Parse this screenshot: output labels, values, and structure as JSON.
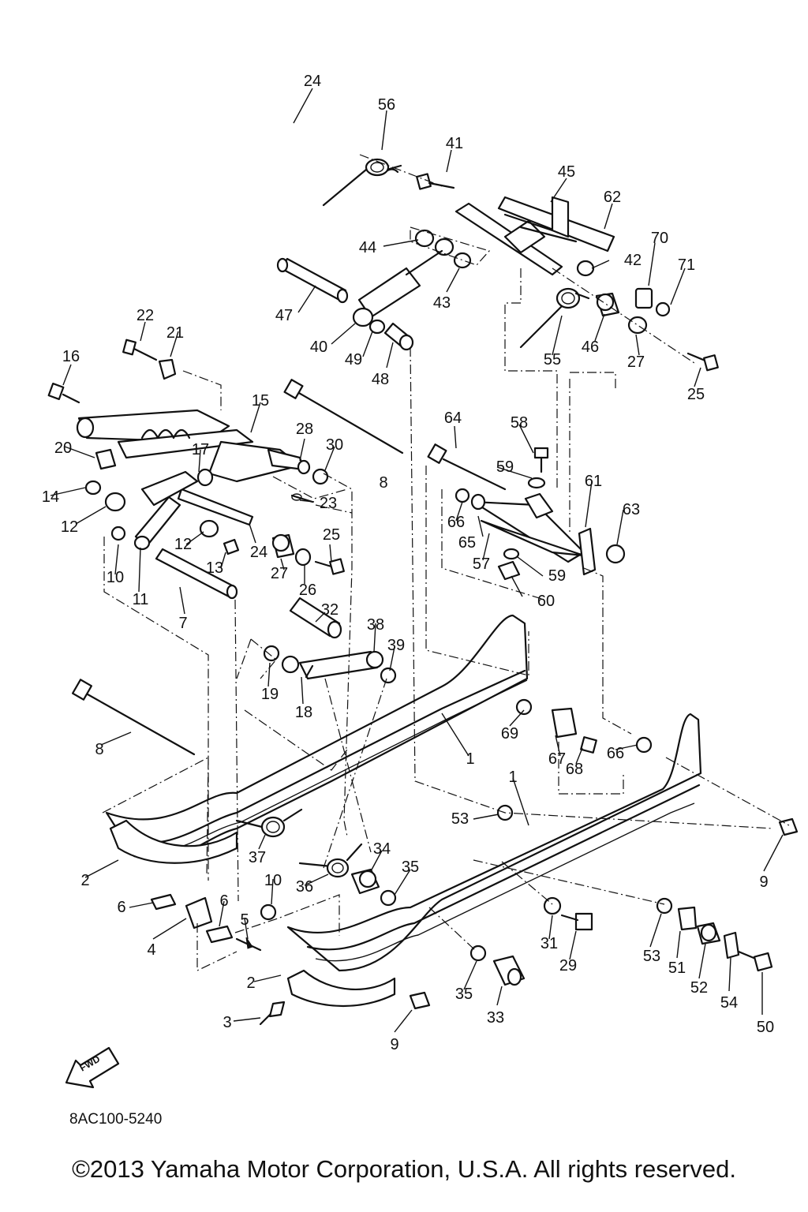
{
  "diagram": {
    "code": "8AC100-5240",
    "copyright": "©2013 Yamaha Motor Corporation, U.S.A. All rights reserved.",
    "fwd_label": "FWD",
    "callouts": [
      {
        "id": "c1",
        "text": "24"
      },
      {
        "id": "c2",
        "text": "56"
      },
      {
        "id": "c3",
        "text": "41"
      },
      {
        "id": "c4",
        "text": "45"
      },
      {
        "id": "c5",
        "text": "62"
      },
      {
        "id": "c6",
        "text": "70"
      },
      {
        "id": "c7",
        "text": "44"
      },
      {
        "id": "c8",
        "text": "43"
      },
      {
        "id": "c9",
        "text": "42"
      },
      {
        "id": "c10",
        "text": "71"
      },
      {
        "id": "c11",
        "text": "47"
      },
      {
        "id": "c12",
        "text": "22"
      },
      {
        "id": "c13",
        "text": "21"
      },
      {
        "id": "c14",
        "text": "40"
      },
      {
        "id": "c15",
        "text": "49"
      },
      {
        "id": "c16",
        "text": "48"
      },
      {
        "id": "c17",
        "text": "55"
      },
      {
        "id": "c18",
        "text": "46"
      },
      {
        "id": "c19",
        "text": "27"
      },
      {
        "id": "c20",
        "text": "25"
      },
      {
        "id": "c21",
        "text": "16"
      },
      {
        "id": "c22",
        "text": "15"
      },
      {
        "id": "c23",
        "text": "64"
      },
      {
        "id": "c24",
        "text": "58"
      },
      {
        "id": "c25",
        "text": "28"
      },
      {
        "id": "c26",
        "text": "30"
      },
      {
        "id": "c27",
        "text": "20"
      },
      {
        "id": "c28",
        "text": "17"
      },
      {
        "id": "c29",
        "text": "8"
      },
      {
        "id": "c30",
        "text": "59"
      },
      {
        "id": "c31",
        "text": "61"
      },
      {
        "id": "c32",
        "text": "14"
      },
      {
        "id": "c33",
        "text": "23"
      },
      {
        "id": "c34",
        "text": "66"
      },
      {
        "id": "c35",
        "text": "63"
      },
      {
        "id": "c36",
        "text": "12"
      },
      {
        "id": "c37",
        "text": "12"
      },
      {
        "id": "c38",
        "text": "25"
      },
      {
        "id": "c39",
        "text": "65"
      },
      {
        "id": "c40",
        "text": "13"
      },
      {
        "id": "c41",
        "text": "24"
      },
      {
        "id": "c42",
        "text": "57"
      },
      {
        "id": "c43",
        "text": "59"
      },
      {
        "id": "c44",
        "text": "10"
      },
      {
        "id": "c45",
        "text": "27"
      },
      {
        "id": "c46",
        "text": "26"
      },
      {
        "id": "c47",
        "text": "60"
      },
      {
        "id": "c48",
        "text": "11"
      },
      {
        "id": "c49",
        "text": "7"
      },
      {
        "id": "c50",
        "text": "32"
      },
      {
        "id": "c51",
        "text": "38"
      },
      {
        "id": "c52",
        "text": "39"
      },
      {
        "id": "c53",
        "text": "19"
      },
      {
        "id": "c54",
        "text": "18"
      },
      {
        "id": "c55",
        "text": "8"
      },
      {
        "id": "c56",
        "text": "1"
      },
      {
        "id": "c57",
        "text": "69"
      },
      {
        "id": "c58",
        "text": "67"
      },
      {
        "id": "c59",
        "text": "68"
      },
      {
        "id": "c60",
        "text": "66"
      },
      {
        "id": "c61",
        "text": "1"
      },
      {
        "id": "c62",
        "text": "53"
      },
      {
        "id": "c63",
        "text": "37"
      },
      {
        "id": "c64",
        "text": "34"
      },
      {
        "id": "c65",
        "text": "35"
      },
      {
        "id": "c66",
        "text": "36"
      },
      {
        "id": "c67",
        "text": "2"
      },
      {
        "id": "c68",
        "text": "10"
      },
      {
        "id": "c69",
        "text": "6"
      },
      {
        "id": "c70",
        "text": "6"
      },
      {
        "id": "c71",
        "text": "5"
      },
      {
        "id": "c72",
        "text": "4"
      },
      {
        "id": "c73",
        "text": "9"
      },
      {
        "id": "c74",
        "text": "31"
      },
      {
        "id": "c75",
        "text": "29"
      },
      {
        "id": "c76",
        "text": "53"
      },
      {
        "id": "c77",
        "text": "51"
      },
      {
        "id": "c78",
        "text": "52"
      },
      {
        "id": "c79",
        "text": "54"
      },
      {
        "id": "c80",
        "text": "50"
      },
      {
        "id": "c81",
        "text": "35"
      },
      {
        "id": "c82",
        "text": "33"
      },
      {
        "id": "c83",
        "text": "2"
      },
      {
        "id": "c84",
        "text": "3"
      },
      {
        "id": "c85",
        "text": "9"
      }
    ]
  }
}
